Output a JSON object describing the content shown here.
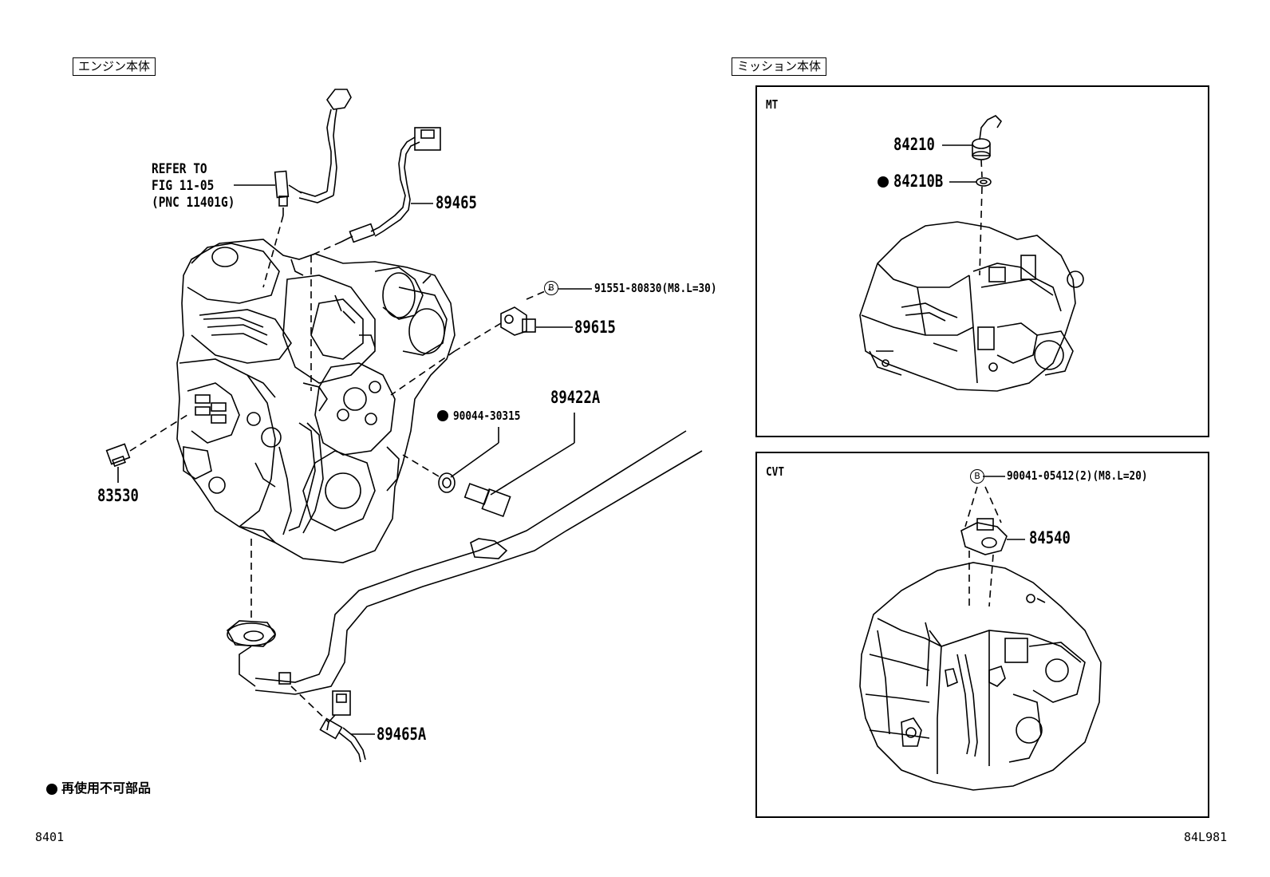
{
  "headers": {
    "engine": "エンジン本体",
    "transmission": "ミッション本体"
  },
  "panels": {
    "mt": "MT",
    "cvt": "CVT"
  },
  "refer": {
    "line1": "REFER TO",
    "line2": "FIG 11-05",
    "line3": "(PNC 11401G)"
  },
  "parts": {
    "p89465": "89465",
    "p91551": "91551-80830(M8.L=30)",
    "p89615": "89615",
    "p89422A": "89422A",
    "p90044": "90044-30315",
    "p83530": "83530",
    "p89465A": "89465A",
    "p84210": "84210",
    "p84210B": "84210B",
    "p90041": "90041-05412(2)(M8.L=20)",
    "p84540": "84540"
  },
  "bolt_marker": "B",
  "legend": {
    "text": "再使用不可部品"
  },
  "footer": {
    "left": "8401",
    "right": "84L981"
  }
}
